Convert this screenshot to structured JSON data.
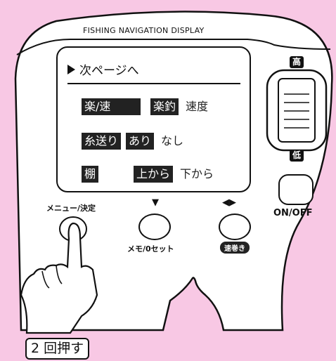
{
  "device": {
    "title": "FISHING NAVIGATION DISPLAY",
    "screen": {
      "page_label": "次ページへ",
      "rows": [
        {
          "label": "楽/速",
          "option_a": "楽釣",
          "option_b": "速度"
        },
        {
          "label": "糸送り",
          "option_a": "あり",
          "option_b": "なし"
        },
        {
          "label": "棚",
          "option_a": "上から",
          "option_b": "下から"
        }
      ]
    },
    "zoom": {
      "high": "高",
      "low": "低"
    },
    "power_label": "ON/OFF",
    "buttons": {
      "menu": "メニュー/決定",
      "memo": "メモ/0セット",
      "fast": "速巻き"
    },
    "arrows": {
      "down": "▼",
      "left_right": "◀▶"
    }
  },
  "instruction": "2 回押す",
  "colors": {
    "background": "#f8c8e4",
    "device": "#ffffff",
    "outline": "#111111"
  },
  "icons": [
    "triangle-pointer-icon",
    "pointing-hand-icon",
    "zoom-dial-icon"
  ]
}
